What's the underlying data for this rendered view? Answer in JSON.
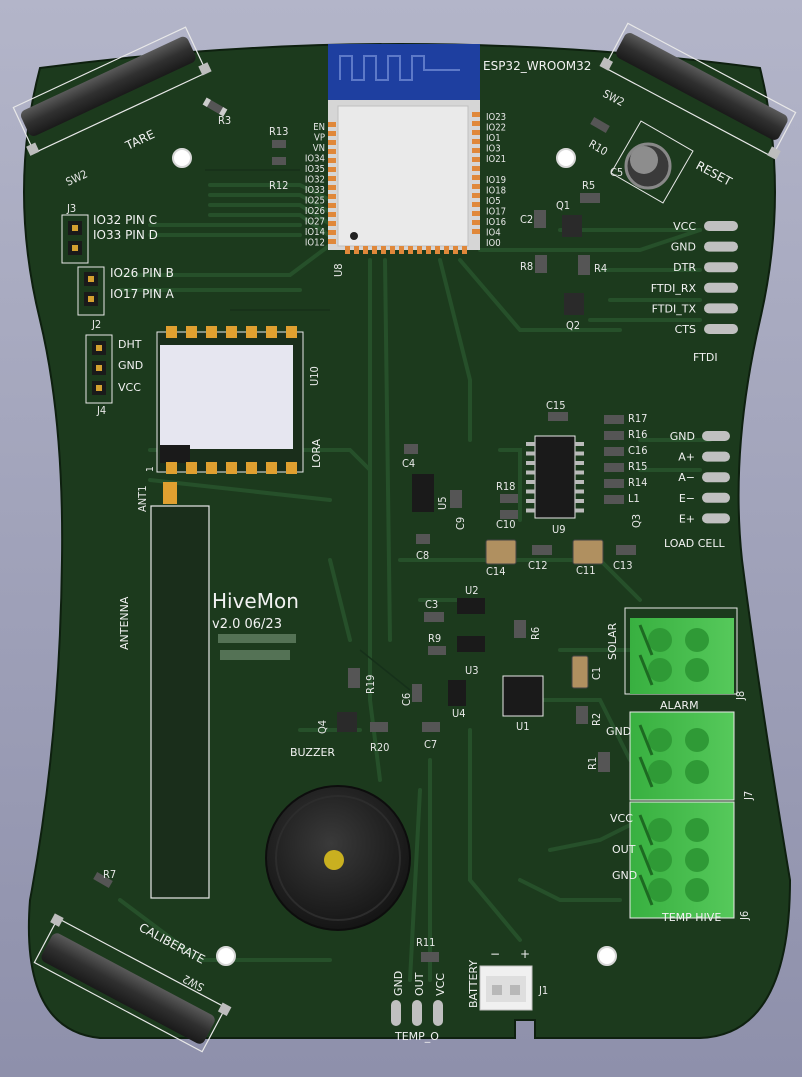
{
  "board": {
    "title": "HiveMon",
    "version": "v2.0  06/23",
    "colors": {
      "soldermask": "#1c3a1d",
      "trace": "#234a25",
      "silkscreen": "#f2f2f2",
      "terminal": "#3cb843",
      "esp_shield": "#1e3fa0"
    }
  },
  "esp": {
    "name": "ESP32_WROOM32",
    "ref": "U8",
    "left_pins": [
      "EN",
      "VP",
      "VN",
      "IO34",
      "IO35",
      "IO32",
      "IO33",
      "IO25",
      "IO26",
      "IO27",
      "IO14",
      "IO12"
    ],
    "right_pins": [
      "IO23",
      "IO22",
      "IO1",
      "IO3",
      "IO21",
      "",
      "IO19",
      "IO18",
      "IO5",
      "IO17",
      "IO16",
      "IO4",
      "IO0"
    ]
  },
  "switches": [
    {
      "ref": "SW2",
      "label": "TARE"
    },
    {
      "ref": "SW2",
      "label": "RESET"
    },
    {
      "ref": "SW2",
      "label": "CALIBERATE"
    }
  ],
  "headers": {
    "j3": {
      "ref": "J3",
      "lines": [
        "IO32 PIN C",
        "IO33 PIN D"
      ]
    },
    "j2": {
      "ref": "J2",
      "lines": [
        "IO26 PIN B",
        "IO17 PIN A"
      ]
    },
    "j4": {
      "ref": "J4",
      "lines": [
        "DHT",
        "GND",
        "VCC"
      ]
    }
  },
  "ftdi": {
    "title": "FTDI",
    "pins": [
      "VCC",
      "GND",
      "DTR",
      "FTDI_RX",
      "FTDI_TX",
      "CTS"
    ]
  },
  "load_cell": {
    "title": "LOAD CELL",
    "pins": [
      "GND",
      "A+",
      "A−",
      "E−",
      "E+"
    ]
  },
  "lora": {
    "ref": "U10",
    "name": "LORA",
    "pin1": "1"
  },
  "antenna": {
    "ref": "ANT1",
    "label": "ANTENNA"
  },
  "buzzer": {
    "label": "BUZZER"
  },
  "terminals": {
    "j8": {
      "ref": "J8",
      "label": "SOLAR",
      "sub": "ALARM"
    },
    "j7": {
      "ref": "J7",
      "label": "GND"
    },
    "j6": {
      "ref": "J6",
      "pins": [
        "VCC",
        "OUT",
        "GND"
      ],
      "sub": "TEMP HIVE"
    }
  },
  "temp_o": {
    "title": "TEMP_O",
    "pins": [
      "GND",
      "OUT",
      "VCC"
    ]
  },
  "battery": {
    "ref": "J1",
    "label": "BATTERY",
    "minus": "−",
    "plus": "+"
  },
  "refs": {
    "r3": "R3",
    "r13": "R13",
    "r12": "R12",
    "r10": "R10",
    "c5": "C5",
    "r5": "R5",
    "c2": "C2",
    "q1": "Q1",
    "r8": "R8",
    "r4": "R4",
    "q2": "Q2",
    "c15": "C15",
    "r17": "R17",
    "r16": "R16",
    "c16": "C16",
    "r15": "R15",
    "r14": "R14",
    "l1": "L1",
    "q3": "Q3",
    "u9": "U9",
    "c4": "C4",
    "u5": "U5",
    "c9": "C9",
    "r18": "R18",
    "c10": "C10",
    "c8": "C8",
    "c14": "C14",
    "c12": "C12",
    "c11": "C11",
    "c13": "C13",
    "u2": "U2",
    "c3": "C3",
    "r6": "R6",
    "r9": "R9",
    "u3": "U3",
    "c6": "C6",
    "u4": "U4",
    "c7": "C7",
    "u1": "U1",
    "c1": "C1",
    "r2": "R2",
    "r1": "R1",
    "r19": "R19",
    "q4": "Q4",
    "r20": "R20",
    "r7": "R7",
    "r11": "R11"
  }
}
